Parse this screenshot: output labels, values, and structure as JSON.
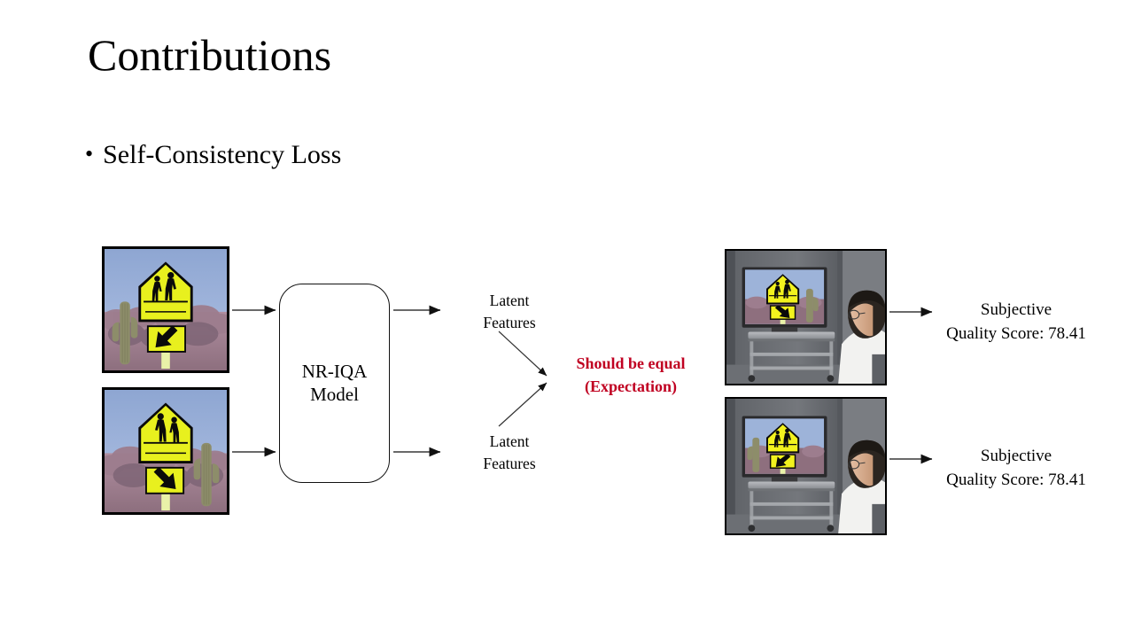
{
  "slide": {
    "title": "Contributions",
    "bullet_marker": "•",
    "bullet_text": "Self-Consistency Loss",
    "background_color": "#ffffff",
    "text_color": "#000000"
  },
  "diagram": {
    "model_box": {
      "line1": "NR-IQA",
      "line2": "Model"
    },
    "latent_top": {
      "line1": "Latent",
      "line2": "Features"
    },
    "latent_bottom": {
      "line1": "Latent",
      "line2": "Features"
    },
    "equal_note": {
      "line1": "Should be equal",
      "line2": "(Expectation)",
      "color": "#C00021"
    },
    "score_top": {
      "line1": "Subjective",
      "line2": "Quality Score: 78.41",
      "value": "78.41"
    },
    "score_bottom": {
      "line1": "Subjective",
      "line2": "Quality Score: 78.41",
      "value": "78.41"
    },
    "input_images": [
      {
        "name": "pedestrian-crossing-sign-original",
        "arrow_direction": "down-left",
        "cactus_side": "left",
        "sky_color": "#9db3d9",
        "sign_color": "#e8f01e"
      },
      {
        "name": "pedestrian-crossing-sign-mirrored",
        "arrow_direction": "down-right",
        "cactus_side": "right",
        "sky_color": "#9db3d9",
        "sign_color": "#e8f01e"
      }
    ],
    "viewer_images": [
      {
        "name": "subject-viewing-tv-mirrored-image",
        "displayed_arrow_direction": "down-right",
        "room_color": "#6f7277",
        "shirt_color": "#f2f2f0"
      },
      {
        "name": "subject-viewing-tv-original-image",
        "displayed_arrow_direction": "down-left",
        "room_color": "#6f7277",
        "shirt_color": "#f2f2f0"
      }
    ]
  }
}
